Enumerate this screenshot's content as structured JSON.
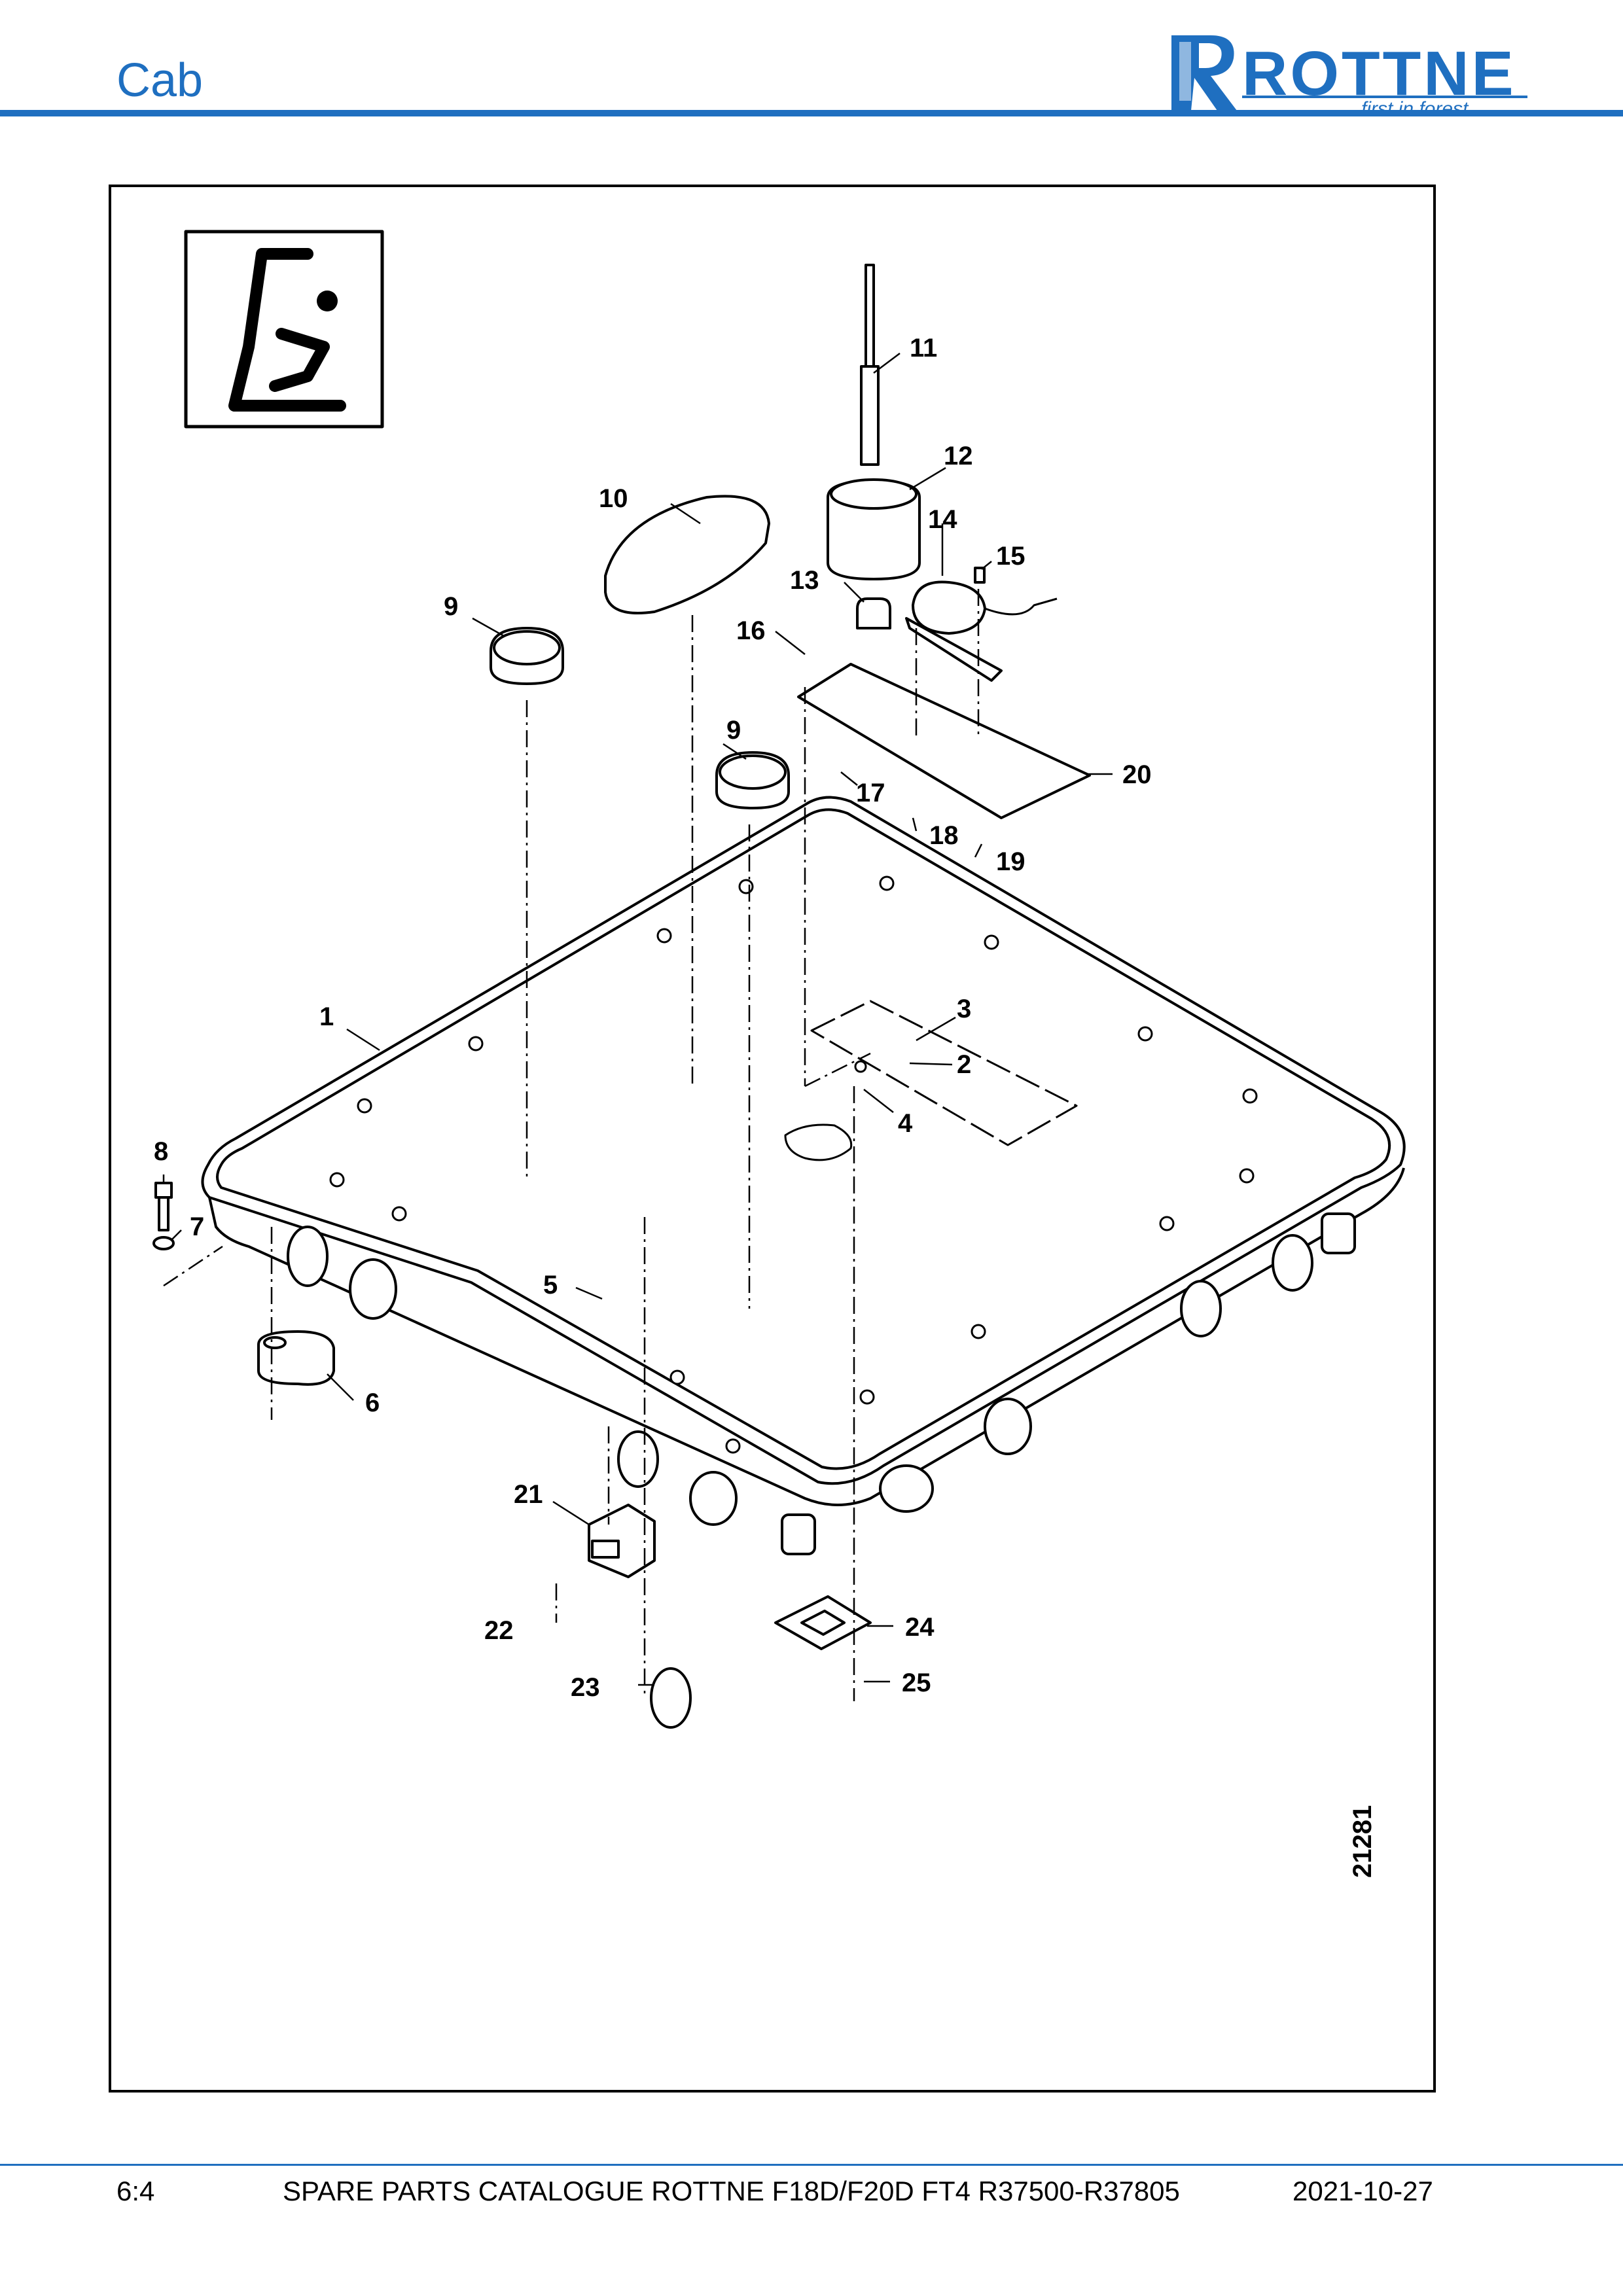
{
  "header": {
    "section": "Cab",
    "logo_word": "ROTTNE",
    "logo_tagline": "first in forest",
    "brand_color": "#1f6fc0"
  },
  "drawing": {
    "id": "21281",
    "icon": "cab-seat-icon",
    "callouts": [
      "1",
      "2",
      "3",
      "4",
      "5",
      "6",
      "7",
      "8",
      "9",
      "9",
      "10",
      "11",
      "12",
      "13",
      "14",
      "15",
      "16",
      "17",
      "18",
      "19",
      "20",
      "21",
      "22",
      "23",
      "24",
      "25"
    ]
  },
  "footer": {
    "page": "6:4",
    "title": "SPARE PARTS CATALOGUE ROTTNE F18D/F20D FT4 R37500-R37805",
    "date": "2021-10-27"
  }
}
